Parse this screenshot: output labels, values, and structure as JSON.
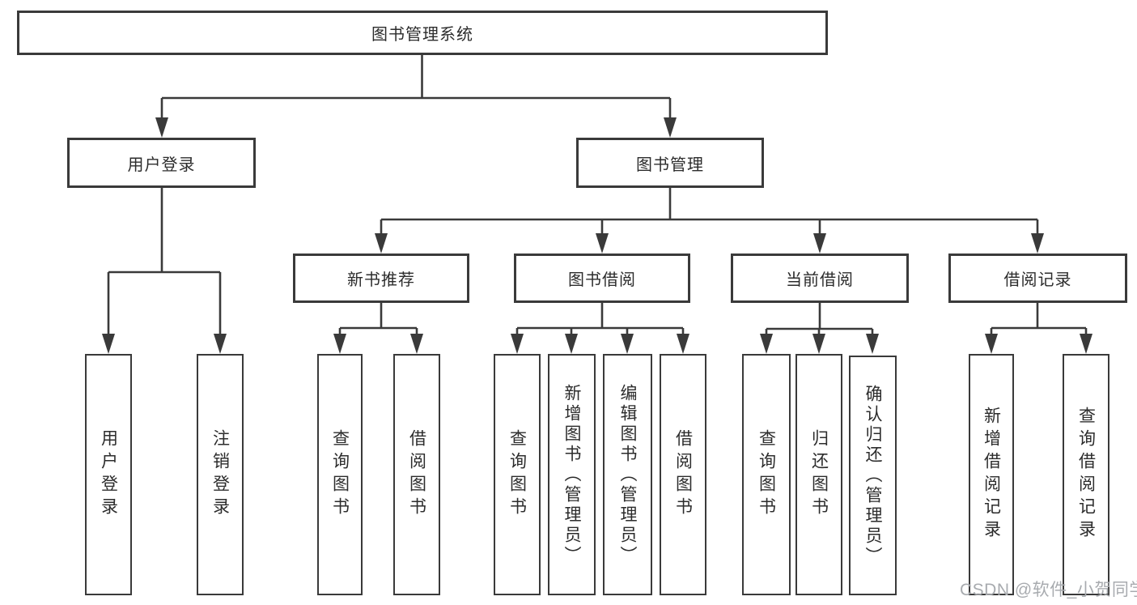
{
  "diagram_type": "hierarchy-tree",
  "root": {
    "label": "图书管理系统"
  },
  "level2": [
    {
      "label": "用户登录"
    },
    {
      "label": "图书管理"
    }
  ],
  "level3": [
    {
      "parent": "图书管理",
      "label": "新书推荐"
    },
    {
      "parent": "图书管理",
      "label": "图书借阅"
    },
    {
      "parent": "图书管理",
      "label": "当前借阅"
    },
    {
      "parent": "图书管理",
      "label": "借阅记录"
    }
  ],
  "leaves": [
    {
      "parent": "用户登录",
      "label": "用户登录"
    },
    {
      "parent": "用户登录",
      "label": "注销登录"
    },
    {
      "parent": "新书推荐",
      "label": "查询图书"
    },
    {
      "parent": "新书推荐",
      "label": "借阅图书"
    },
    {
      "parent": "图书借阅",
      "label": "查询图书"
    },
    {
      "parent": "图书借阅",
      "label": "新增图书（管理员）"
    },
    {
      "parent": "图书借阅",
      "label": "编辑图书（管理员）"
    },
    {
      "parent": "图书借阅",
      "label": "借阅图书"
    },
    {
      "parent": "当前借阅",
      "label": "查询图书"
    },
    {
      "parent": "当前借阅",
      "label": "归还图书"
    },
    {
      "parent": "当前借阅",
      "label": "确认归还（管理员）"
    },
    {
      "parent": "借阅记录",
      "label": "新增借阅记录"
    },
    {
      "parent": "借阅记录",
      "label": "查询借阅记录"
    }
  ],
  "watermark": "CSDN @软件_小贺同学",
  "colors": {
    "line": "#3a3a3a",
    "box_border": "#3a3a3a",
    "box_fill": "#ffffff",
    "text": "#2c2c2c",
    "watermark": "#a8abaf"
  }
}
